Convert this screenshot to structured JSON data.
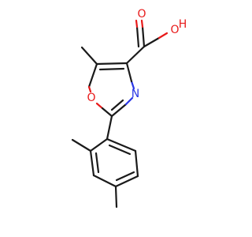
{
  "molecule": {
    "atoms": {
      "carboxyl_oh_o": "O",
      "carboxyl_oh_h": "H",
      "carbonyl_o": "O",
      "ring_o": "O",
      "ring_n": "N"
    },
    "colors": {
      "bond": "#1a1a1a",
      "oxygen": "#e81a1a",
      "nitrogen": "#2a37e6"
    }
  }
}
